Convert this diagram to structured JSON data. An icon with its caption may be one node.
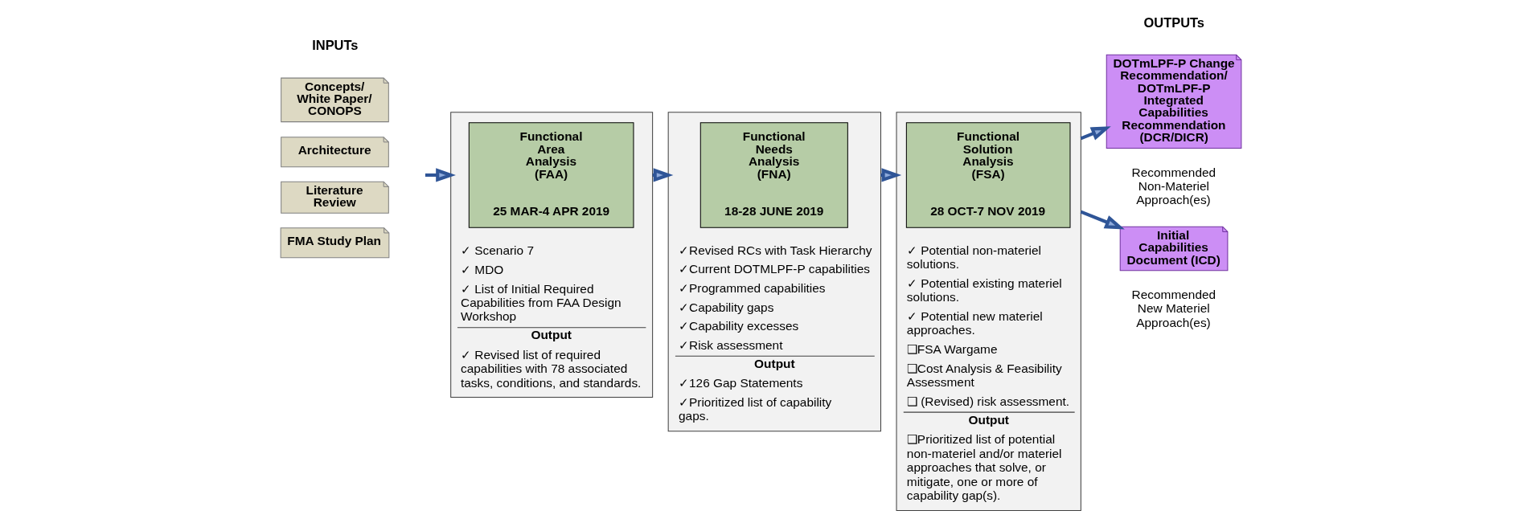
{
  "diagram": {
    "nodes": [
      {
        "text": [
          "Concepts/ White Paper/ CONOPS"
        ]
      },
      {
        "text": [
          "Architecture"
        ]
      },
      {
        "text": [
          "Literature Review"
        ]
      },
      {
        "text": [
          "FMA Study Plan"
        ]
      },
      {
        "text": [
          "✓ Scenario 7",
          "✓ MDO",
          "✓ List of Initial Required Capabilities from FAA Design Workshop",
          "Output",
          "✓ Revised list of required capabilities with 78 associated tasks, conditions, and standards."
        ]
      },
      {
        "text": [
          "Functional Area Analysis (FAA)",
          "25 MAR-4 APR 2019"
        ],
        "in": 4
      },
      {
        "text": [
          "✓Revised RCs with Task Hierarchy",
          "✓Current DOTMLPF-P capabilities",
          "✓Programmed capabilities",
          "✓Capability gaps",
          "✓Capability excesses",
          "✓Risk assessment",
          "Output",
          "✓126 Gap Statements",
          "✓Prioritized list of capability gaps."
        ]
      },
      {
        "text": [
          "Functional Needs Analysis (FNA)",
          "18-28 JUNE 2019"
        ],
        "in": 6
      },
      {
        "text": [
          "✓ Potential non-materiel solutions.",
          "✓ Potential existing materiel solutions.",
          "✓ Potential new materiel approaches.",
          "❑FSA Wargame",
          "❑Cost Analysis & Feasibility Assessment",
          "❑ (Revised) risk assessment.",
          "Output",
          "❑Prioritized list of potential non-materiel and/or materiel approaches that solve, or mitigate, one or more of capability gap(s)."
        ]
      },
      {
        "text": [
          "Functional Solution Analysis (FSA)",
          "28 OCT-7 NOV 2019"
        ],
        "in": 8
      },
      {
        "text": [
          "DOTmLPF-P Change Recommendation/ DOTmLPF-P Integrated Capabilities Recommendation (DCR/DICR)"
        ],
        "beside": [
          "Recommended Non-Materiel Approach(es)"
        ]
      },
      {
        "text": [
          "Initial Capabilities Document (ICD)"
        ],
        "beside": [
          "Recommended New Materiel Approach(es)"
        ]
      }
    ],
    "edges": [
      {
        "from": null,
        "to": 4,
        "arrow": "to"
      },
      {
        "from": 4,
        "to": 6,
        "arrow": "to"
      },
      {
        "from": 6,
        "to": 8,
        "arrow": "to"
      },
      {
        "from": 8,
        "to": 10,
        "arrow": "to"
      },
      {
        "from": 8,
        "to": 11,
        "arrow": "to"
      }
    ],
    "labels": [
      "INPUTs",
      "OUTPUTs"
    ]
  }
}
